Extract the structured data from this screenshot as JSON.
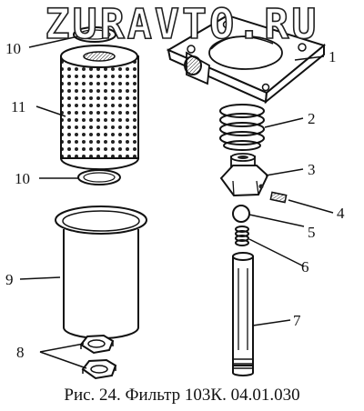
{
  "watermark": "ZURAVTO.RU",
  "caption": "Рис. 24. Фильтр 103К. 04.01.030",
  "callouts": {
    "c1": "1",
    "c2": "2",
    "c3": "3",
    "c4": "4",
    "c5": "5",
    "c6": "6",
    "c7": "7",
    "c8": "8",
    "c9": "9",
    "c10a": "10",
    "c10b": "10",
    "c11": "11"
  }
}
